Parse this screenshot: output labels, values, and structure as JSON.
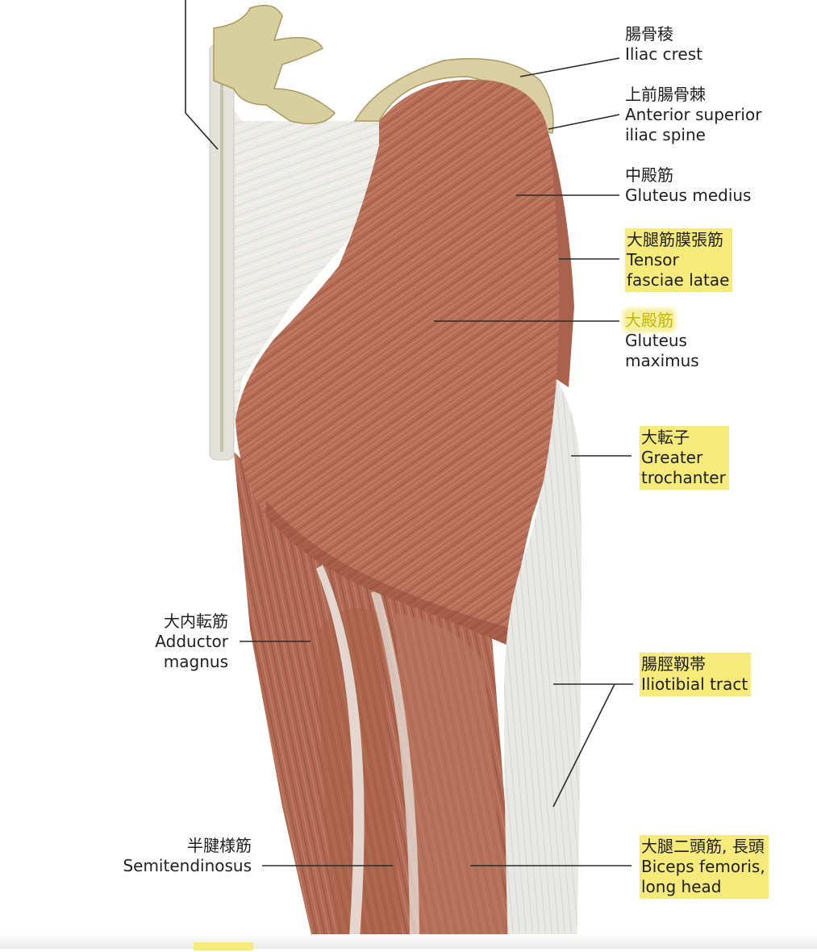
{
  "labels": {
    "iliac_crest": {
      "ja": "腸骨稜",
      "en": "Iliac crest"
    },
    "asis": {
      "ja": "上前腸骨棘",
      "en1": "Anterior superior",
      "en2": "iliac spine"
    },
    "gluteus_medius": {
      "ja": "中殿筋",
      "en": "Gluteus medius"
    },
    "tfl": {
      "ja": "大腿筋膜張筋",
      "en1": "Tensor",
      "en2": "fasciae latae"
    },
    "gluteus_maximus": {
      "ja": "大殿筋",
      "en1": "Gluteus",
      "en2": "maximus"
    },
    "greater_trochanter": {
      "ja": "大転子",
      "en1": "Greater",
      "en2": "trochanter"
    },
    "adductor_magnus": {
      "ja": "大内転筋",
      "en1": "Adductor",
      "en2": "magnus"
    },
    "iliotibial_tract": {
      "ja": "腸脛靱帯",
      "en": "Iliotibial tract"
    },
    "semitendinosus": {
      "ja": "半腱様筋",
      "en": "Semitendinosus"
    },
    "biceps_femoris": {
      "ja": "大腿二頭筋, 長頭",
      "en1": "Biceps femoris,",
      "en2": "long head"
    }
  },
  "colors": {
    "muscle": "#b9715a",
    "muscle_dark": "#8f4c39",
    "fascia": "#e9e8e3",
    "bone": "#d9cfa3",
    "highlight": "#f6ea7a",
    "leader": "#2a2a2a"
  }
}
